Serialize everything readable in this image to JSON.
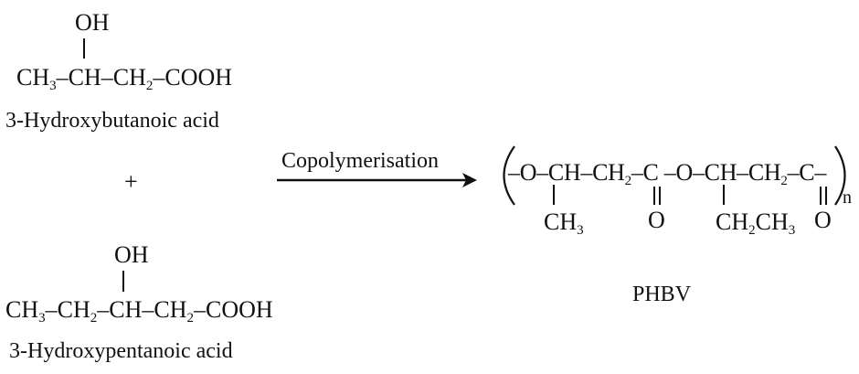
{
  "reactant1": {
    "oh": "OH",
    "formula_parts": [
      "CH",
      "3",
      "–CH–CH",
      "2",
      "–COOH"
    ],
    "name": "3-Hydroxybutanoic acid"
  },
  "plus": "+",
  "reactant2": {
    "oh": "OH",
    "formula_parts": [
      "CH",
      "3",
      "–CH",
      "2",
      "–CH–CH",
      "2",
      "–COOH"
    ],
    "name": "3-Hydroxypentanoic acid"
  },
  "arrow_label": "Copolymerisation",
  "product": {
    "main_parts": [
      "–O–CH–CH",
      "2",
      "–C –O–CH–CH",
      "2",
      "–C–"
    ],
    "branch1_parts": [
      "CH",
      "3"
    ],
    "carbonyl1": "O",
    "branch2_parts": [
      "CH",
      "2",
      "CH",
      "3"
    ],
    "carbonyl2": "O",
    "repeat_subscript": "n",
    "name": "PHBV"
  }
}
